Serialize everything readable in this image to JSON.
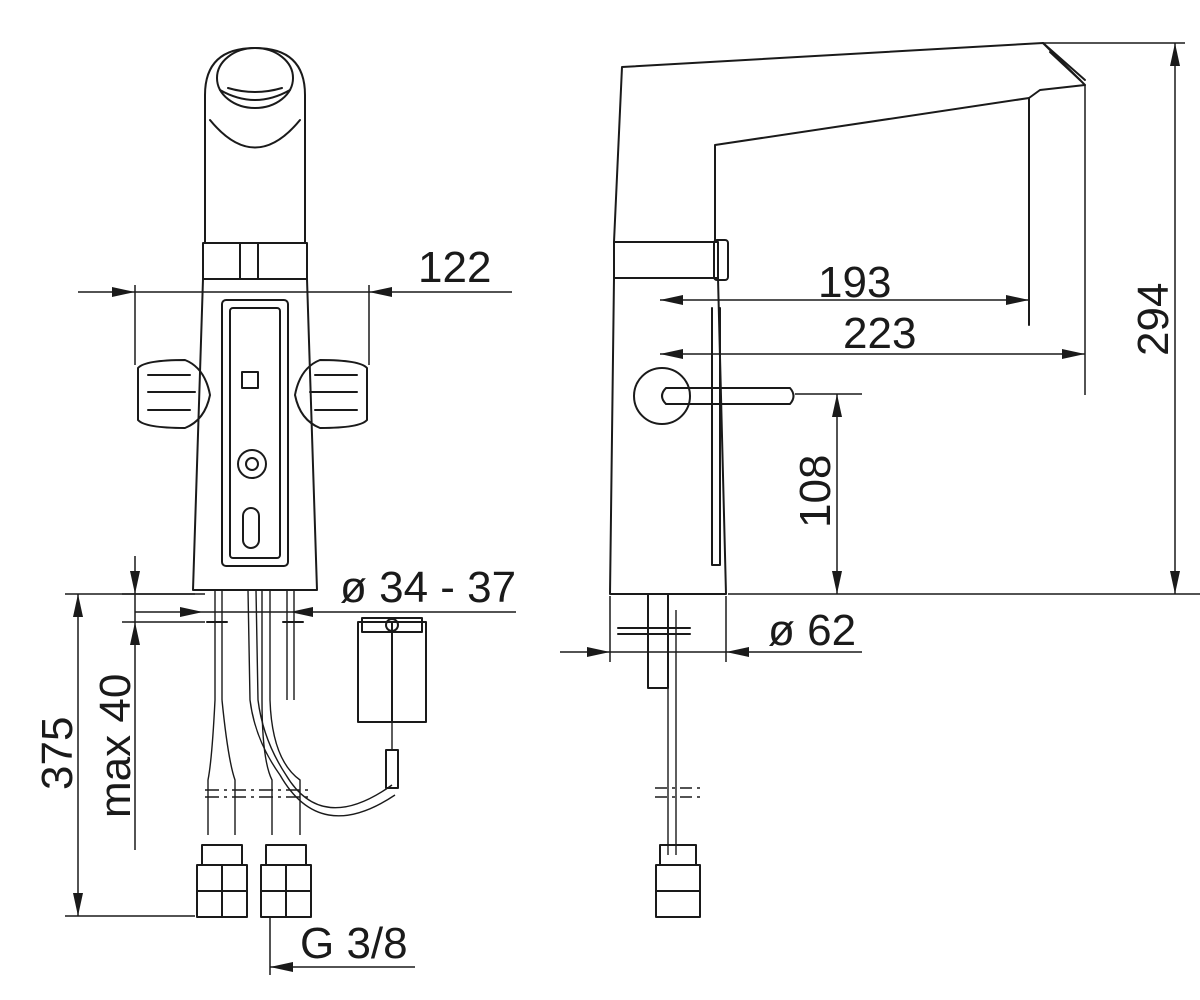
{
  "front_view": {
    "width_label": "122",
    "sleeve_label": "ø 34 - 37",
    "height_label": "375",
    "thickness_label": "max 40",
    "thread_label": "G 3/8"
  },
  "side_view": {
    "reach_inner_label": "193",
    "reach_outer_label": "223",
    "total_height_label": "294",
    "lever_height_label": "108",
    "base_diameter_label": "ø 62"
  }
}
